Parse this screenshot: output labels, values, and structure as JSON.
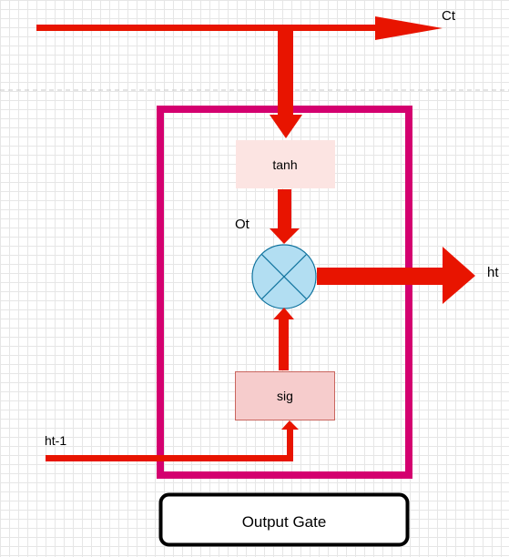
{
  "labels": {
    "ct": "Ct",
    "ht": "ht",
    "ot": "Ot",
    "ht_prev": "ht-1",
    "tanh": "tanh",
    "sig": "sig",
    "gate_title": "Output Gate"
  },
  "colors": {
    "arrow": "#e81400",
    "gate_border": "#d4006f",
    "tanh_fill": "#fce4e2",
    "sig_fill": "#f6cccc",
    "sig_border": "#c9655e",
    "multiply_fill": "#b2def2",
    "multiply_stroke": "#10739e",
    "title_box_border": "#000000",
    "page_divider": "#c8c8c8"
  },
  "icons": {
    "multiply": "circled-x-icon"
  }
}
